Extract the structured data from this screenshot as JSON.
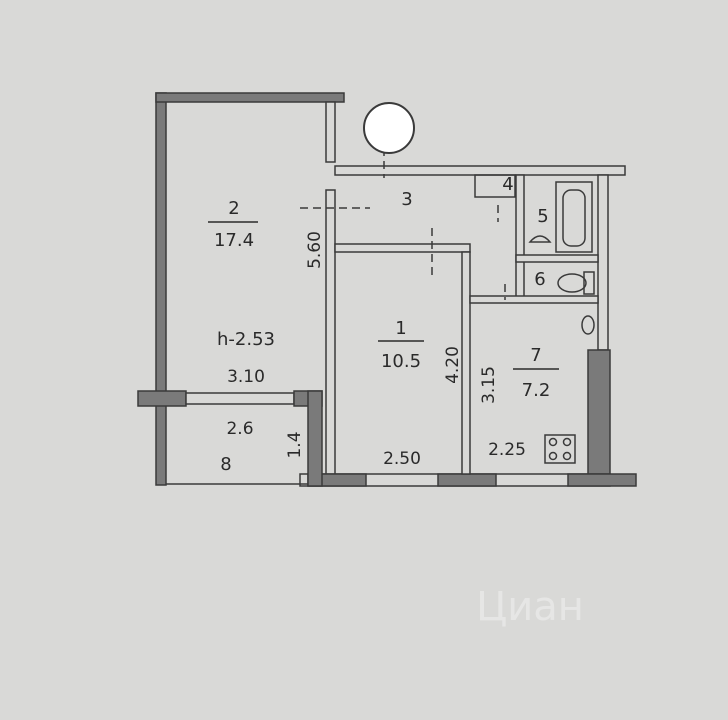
{
  "rooms": [
    {
      "number": "1",
      "area": "10.5"
    },
    {
      "number": "2",
      "area": "17.4"
    },
    {
      "number": "3"
    },
    {
      "number": "4"
    },
    {
      "number": "5"
    },
    {
      "number": "6"
    },
    {
      "number": "7",
      "area": "7.2"
    },
    {
      "number": "8"
    }
  ],
  "ceiling_height": "h-2.53",
  "dimensions": {
    "room2_length": "5.60",
    "room2_width": "3.10",
    "room1_length": "4.20",
    "room1_width": "2.50",
    "room7_length": "3.15",
    "room7_width": "2.25",
    "balcony_length": "2.6",
    "balcony_width": "1.4"
  },
  "colors": {
    "background": "#d9d9d7",
    "wall": "#6e6e6e",
    "line": "#3a3a3a"
  },
  "icons": [
    "compass-icon",
    "bathtub-icon",
    "sink-icon",
    "toilet-icon",
    "stove-icon"
  ],
  "watermark": "Циан"
}
